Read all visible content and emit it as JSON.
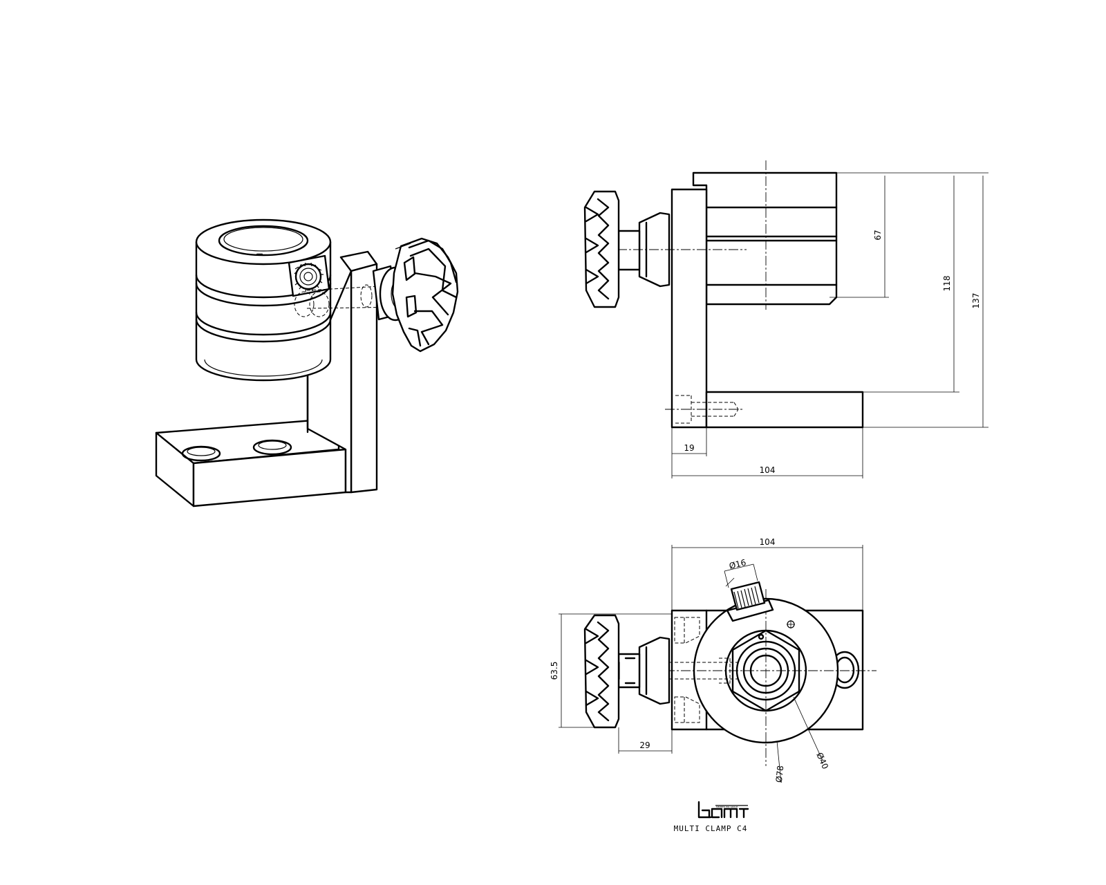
{
  "drawing": {
    "title": "MULTI CLAMP C4",
    "logo_text": "iscar",
    "logo_tagline": "MEMBER IMC GROUP"
  },
  "side_view": {
    "dimensions": {
      "height_clamp": "67",
      "height_top_of_base": "118",
      "height_total": "137",
      "base_offset": "19",
      "length": "104"
    }
  },
  "top_view": {
    "dimensions": {
      "width": "104",
      "screw_diameter": "Ø16",
      "depth": "63.5",
      "knob_offset": "29",
      "bore_diameter": "Ø40",
      "body_diameter": "Ø78"
    }
  }
}
